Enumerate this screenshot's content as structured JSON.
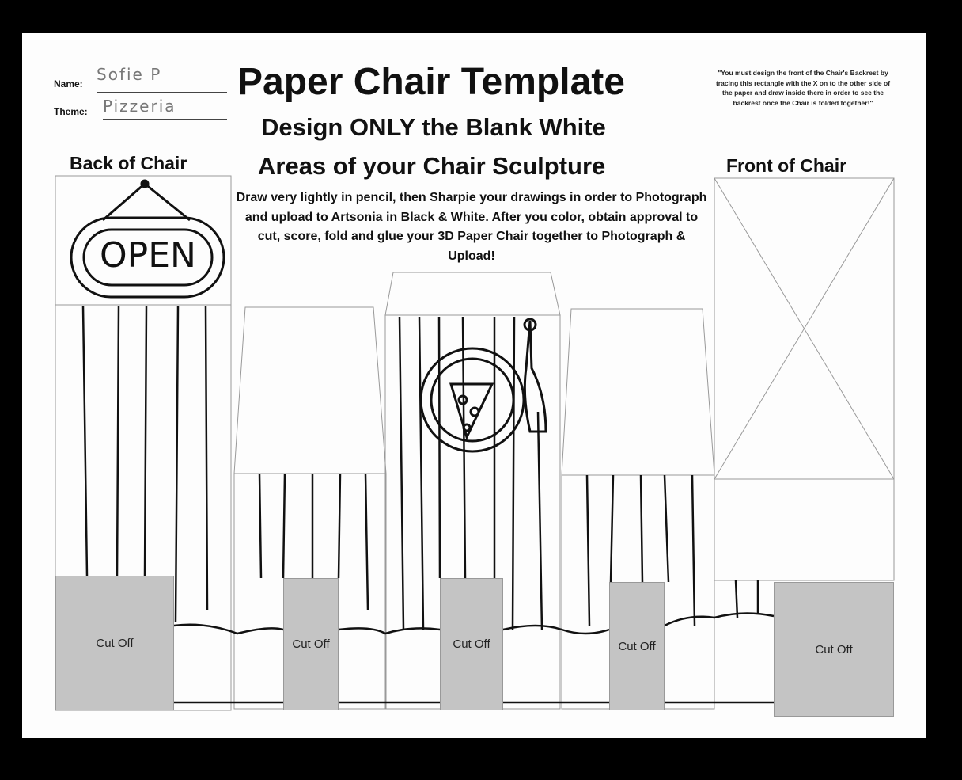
{
  "header": {
    "name_label": "Name:",
    "name_value": "Sofie P",
    "theme_label": "Theme:",
    "theme_value": "Pizzeria",
    "title": "Paper Chair Template",
    "subtitle_line1": "Design ONLY the Blank White",
    "subtitle_line2": "Areas of your Chair Sculpture",
    "note": "\"You must design the front of the Chair's Backrest by tracing this rectangle with the X on to the other side of the paper and draw inside there in order to see the backrest once the Chair is folded together!\""
  },
  "instructions": "Draw very lightly in pencil, then Sharpie your drawings in order to Photograph and upload to Artsonia in Black & White. After you color, obtain approval to cut, score, fold and glue your 3D Paper Chair together to Photograph & Upload!",
  "sections": {
    "back": "Back of Chair",
    "front": "Front of Chair"
  },
  "drawing": {
    "sign_text": "OPEN"
  },
  "cut_off_labels": [
    "Cut Off",
    "Cut Off",
    "Cut Off",
    "Cut Off",
    "Cut Off"
  ]
}
